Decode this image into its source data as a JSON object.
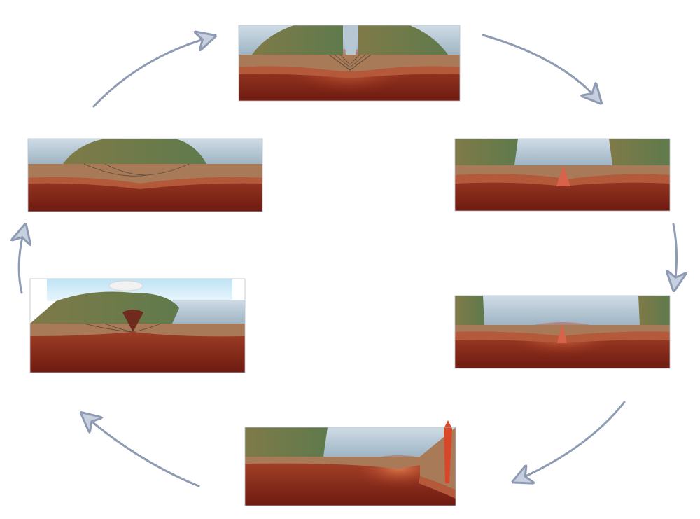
{
  "diagram": {
    "stages": [
      {
        "id": 1,
        "phase": "rifting"
      },
      {
        "id": 2,
        "phase": "young-ocean"
      },
      {
        "id": 3,
        "phase": "wide-ocean"
      },
      {
        "id": 4,
        "phase": "subduction"
      },
      {
        "id": 5,
        "phase": "collision"
      },
      {
        "id": 6,
        "phase": "eroded-mountains"
      }
    ],
    "arrow_direction": "clockwise",
    "colors": {
      "mantle_dark": "#7a1a10",
      "mantle_light": "#c8502e",
      "crust": "#a87a58",
      "land": "#6f7a46",
      "ocean": "#a7bccb",
      "arrow": "#8e9bb3",
      "magma": "#d9472b"
    }
  }
}
